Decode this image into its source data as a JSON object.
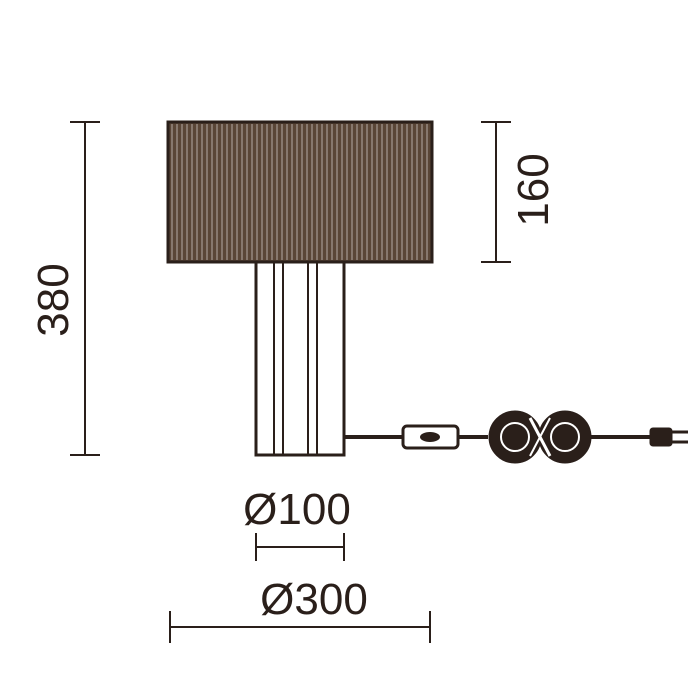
{
  "dimensions": {
    "total_height": "380",
    "shade_height": "160",
    "base_diameter": "Ø100",
    "shade_diameter": "Ø300"
  },
  "colors": {
    "ink": "#2a1f1a",
    "shade_fill": "#5a4637",
    "background": "#ffffff"
  }
}
